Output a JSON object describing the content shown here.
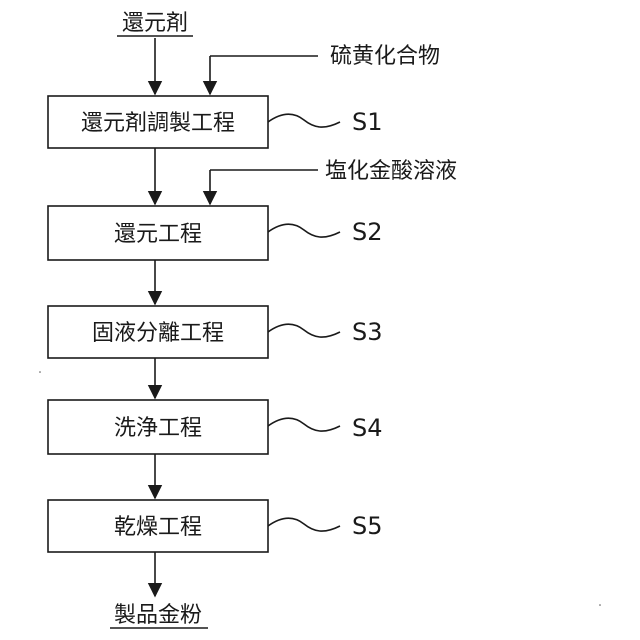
{
  "inputs": {
    "reducing_agent": "還元剤",
    "sulfide": "硫黄化合物",
    "chloroauric_acid": "塩化金酸溶液"
  },
  "steps": [
    {
      "label": "還元剤調製工程",
      "id": "S1"
    },
    {
      "label": "還元工程",
      "id": "S2"
    },
    {
      "label": "固液分離工程",
      "id": "S3"
    },
    {
      "label": "洗浄工程",
      "id": "S4"
    },
    {
      "label": "乾燥工程",
      "id": "S5"
    }
  ],
  "output": {
    "product": "製品金粉"
  }
}
